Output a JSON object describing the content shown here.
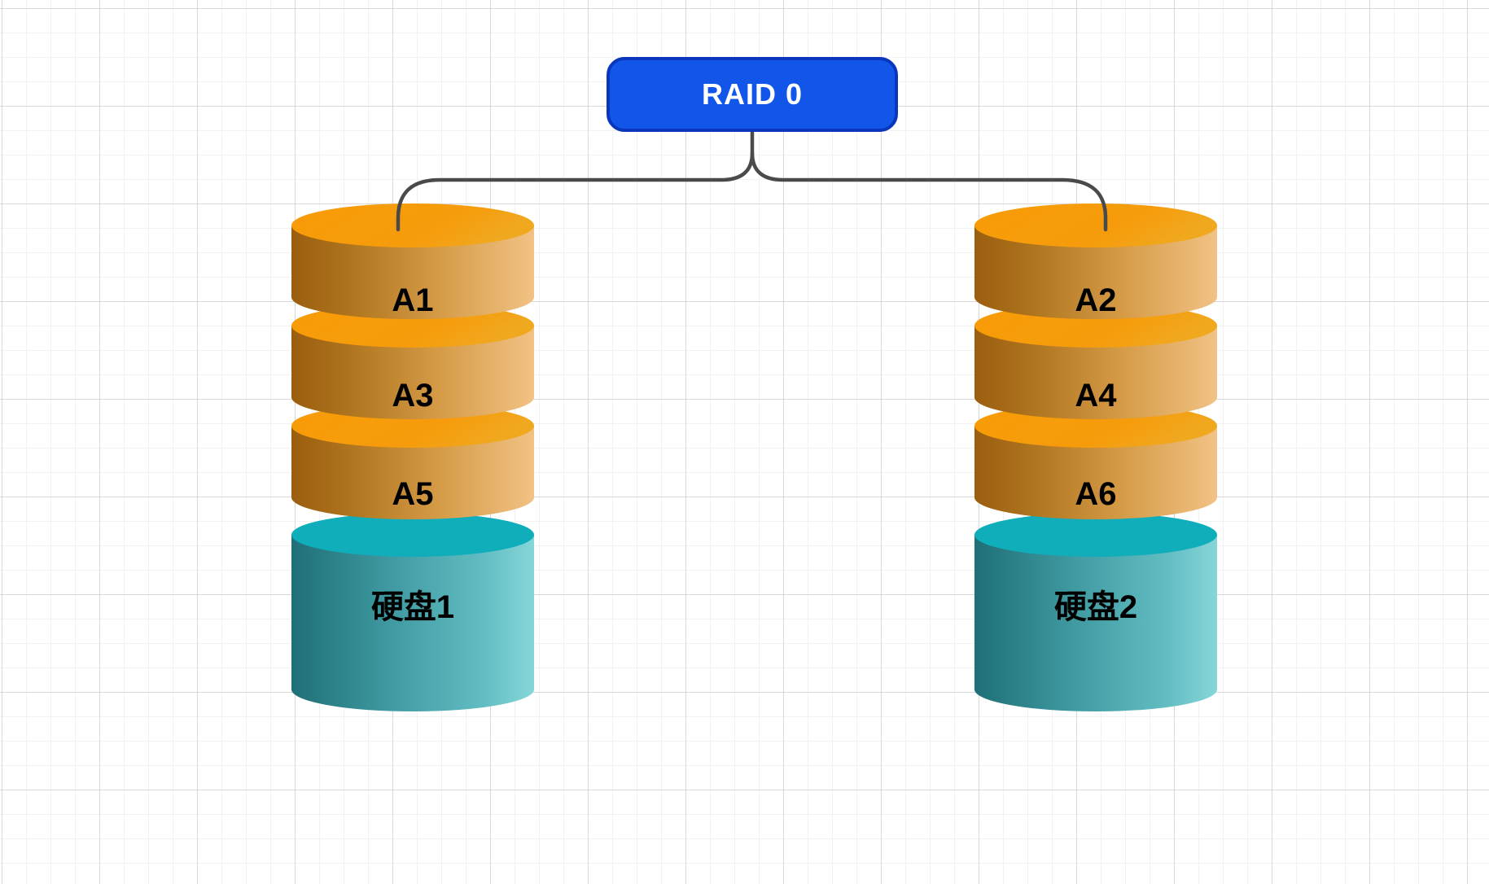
{
  "raid": {
    "label": "RAID 0"
  },
  "disks": [
    {
      "name": "硬盘1",
      "blocks": [
        "A1",
        "A3",
        "A5"
      ]
    },
    {
      "name": "硬盘2",
      "blocks": [
        "A2",
        "A4",
        "A6"
      ]
    }
  ],
  "colors": {
    "raid_fill": "#1155E9",
    "raid_border": "#0A36BB",
    "raid_text": "#FFFFFF",
    "connector": "#4A4A4A",
    "block_top": "#F79508",
    "block_body_dark": "#9A5E0F",
    "block_body_light": "#F2C285",
    "disk_top": "#10ADBB",
    "disk_body_dark": "#1F6F77",
    "disk_body_light": "#86D6D8",
    "label_text": "#000000",
    "grid_major": "#D8D8D8",
    "grid_minor": "#F2F2F2",
    "background": "#FFFFFF"
  }
}
